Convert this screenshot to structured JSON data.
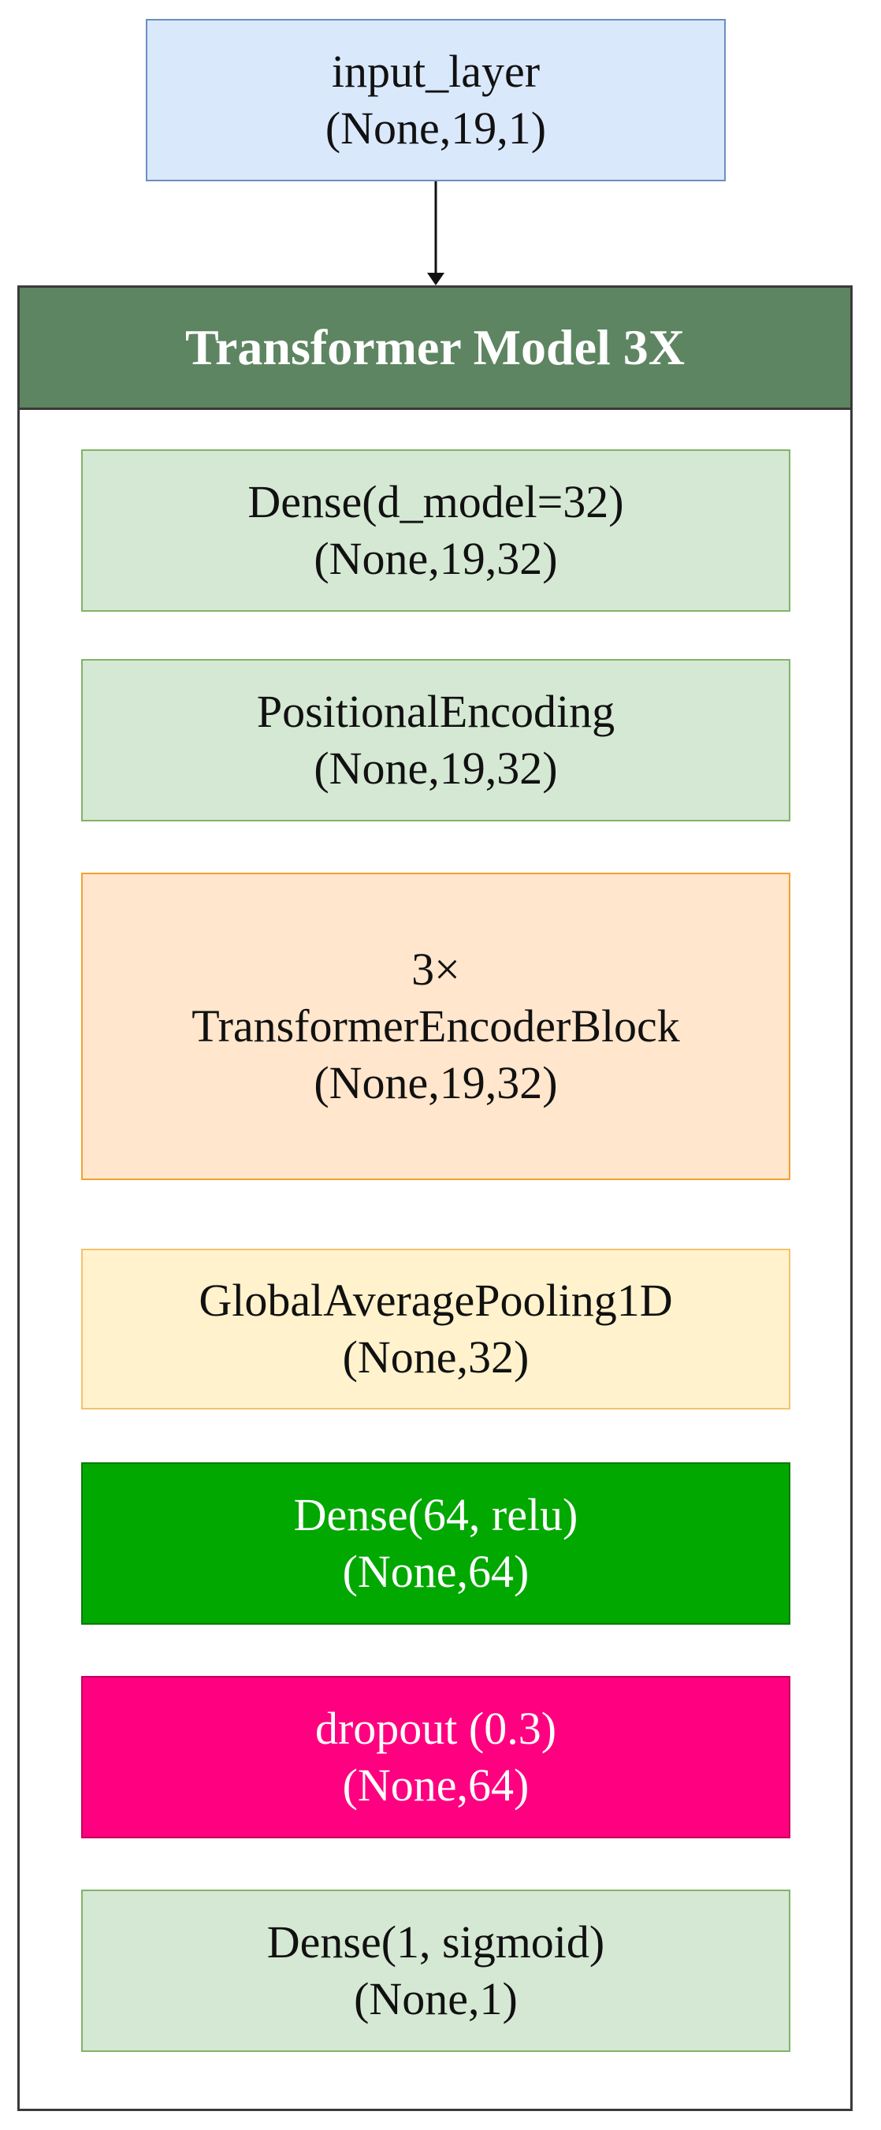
{
  "input": {
    "line1": "input_layer",
    "line2": "(None,19,1)"
  },
  "container": {
    "title": "Transformer Model 3X"
  },
  "layers": [
    {
      "line1": "Dense(d_model=32)",
      "line2": "(None,19,32)"
    },
    {
      "line1": "PositionalEncoding",
      "line2": "(None,19,32)"
    },
    {
      "line1": "3×",
      "line2": "TransformerEncoderBlock",
      "line3": "(None,19,32)"
    },
    {
      "line1": "GlobalAveragePooling1D",
      "line2": "(None,32)"
    },
    {
      "line1": "Dense(64, relu)",
      "line2": "(None,64)"
    },
    {
      "line1": "dropout (0.3)",
      "line2": "(None,64)"
    },
    {
      "line1": "Dense(1, sigmoid)",
      "line2": "(None,1)"
    }
  ],
  "arrow_colors": [
    "#111111",
    "#1f6fbf",
    "#6ab86a",
    "#f0a000",
    "#e0b050",
    "#1a7a1a",
    "#c0104a"
  ]
}
